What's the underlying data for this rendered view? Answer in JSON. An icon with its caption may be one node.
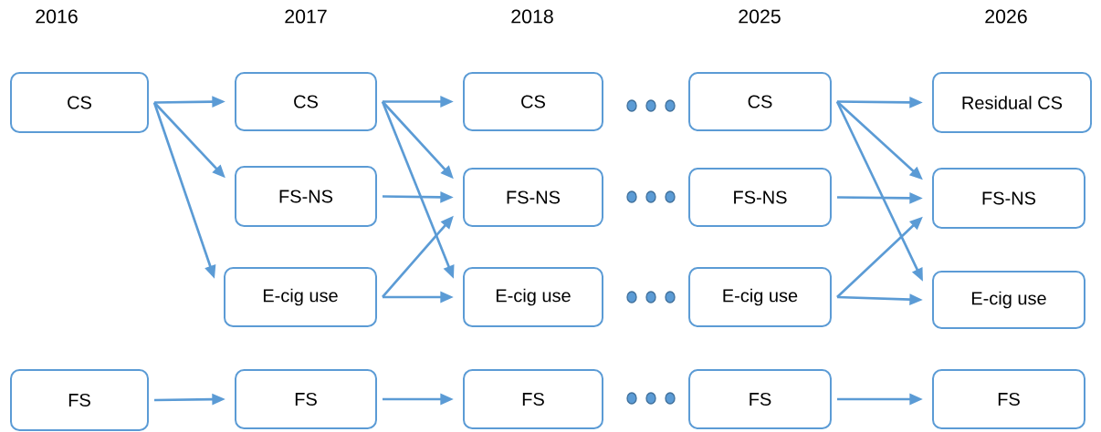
{
  "diagram": {
    "nodes": [
      {
        "text": [
          "CS"
        ]
      },
      {
        "text": [
          "FS"
        ]
      },
      {
        "text": [
          "CS"
        ]
      },
      {
        "text": [
          "FS-NS"
        ]
      },
      {
        "text": [
          "E-cig use"
        ]
      },
      {
        "text": [
          "FS"
        ]
      },
      {
        "text": [
          "CS"
        ]
      },
      {
        "text": [
          "FS-NS"
        ]
      },
      {
        "text": [
          "E-cig use"
        ]
      },
      {
        "text": [
          "FS"
        ]
      },
      {
        "text": [
          "CS"
        ]
      },
      {
        "text": [
          "FS-NS"
        ]
      },
      {
        "text": [
          "E-cig use"
        ]
      },
      {
        "text": [
          "FS"
        ]
      },
      {
        "text": [
          "Residual CS"
        ]
      },
      {
        "text": [
          "FS-NS"
        ]
      },
      {
        "text": [
          "E-cig use"
        ]
      },
      {
        "text": [
          "FS"
        ]
      }
    ],
    "edges": [
      {
        "from": 0,
        "to": 2,
        "arrow": "to"
      },
      {
        "from": 0,
        "to": 3,
        "arrow": "to"
      },
      {
        "from": 0,
        "to": 4,
        "arrow": "to"
      },
      {
        "from": 1,
        "to": 5,
        "arrow": "to"
      },
      {
        "from": 2,
        "to": 6,
        "arrow": "to"
      },
      {
        "from": 2,
        "to": 7,
        "arrow": "to"
      },
      {
        "from": 2,
        "to": 8,
        "arrow": "to"
      },
      {
        "from": 3,
        "to": 7,
        "arrow": "to"
      },
      {
        "from": 4,
        "to": 7,
        "arrow": "to"
      },
      {
        "from": 4,
        "to": 8,
        "arrow": "to"
      },
      {
        "from": 5,
        "to": 9,
        "arrow": "to"
      },
      {
        "from": 10,
        "to": 14,
        "arrow": "to"
      },
      {
        "from": 10,
        "to": 15,
        "arrow": "to"
      },
      {
        "from": 10,
        "to": 16,
        "arrow": "to"
      },
      {
        "from": 11,
        "to": 15,
        "arrow": "to"
      },
      {
        "from": 12,
        "to": 15,
        "arrow": "to"
      },
      {
        "from": 12,
        "to": 16,
        "arrow": "to"
      },
      {
        "from": 13,
        "to": 17,
        "arrow": "to"
      }
    ],
    "labels": [
      "2016",
      "2017",
      "2018",
      "2025",
      "2026"
    ]
  }
}
